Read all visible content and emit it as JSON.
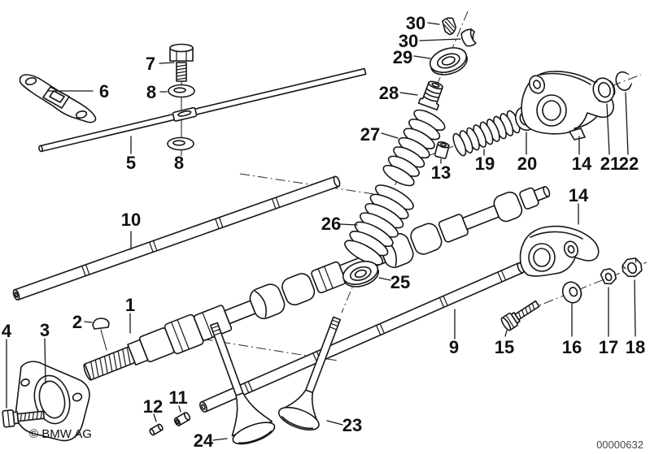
{
  "diagram": {
    "copyright": "© BMW AG",
    "drawing_number": "00000632",
    "ink_color": "#161616",
    "background_color": "#ffffff"
  },
  "labels": {
    "p1": "1",
    "p2": "2",
    "p3": "3",
    "p4": "4",
    "p5": "5",
    "p6": "6",
    "p7": "7",
    "p8a": "8",
    "p8b": "8",
    "p9": "9",
    "p10": "10",
    "p11": "11",
    "p12": "12",
    "p13": "13",
    "p14a": "14",
    "p14b": "14",
    "p15": "15",
    "p16": "16",
    "p17": "17",
    "p18": "18",
    "p19": "19",
    "p20": "20",
    "p21": "21",
    "p22": "22",
    "p23": "23",
    "p24": "24",
    "p25": "25",
    "p26": "26",
    "p27": "27",
    "p28": "28",
    "p29": "29",
    "p30a": "30",
    "p30b": "30"
  }
}
